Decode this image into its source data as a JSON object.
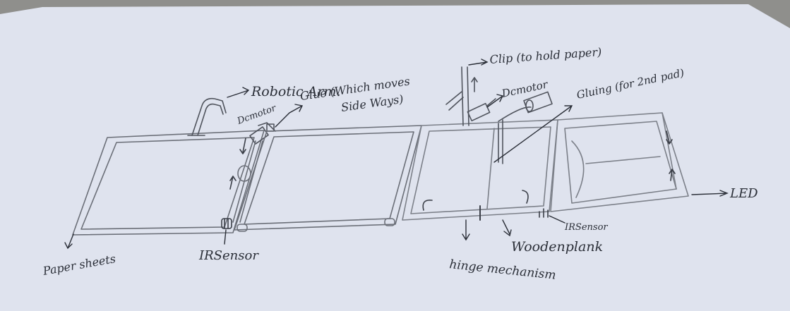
{
  "colors": {
    "paper": "#dfe3ee",
    "ink": "#2b2f38",
    "pencil": "#6b6f78",
    "table": "#8f8f8c"
  },
  "labels": {
    "robotic_arm": "Robotic Arm.",
    "dc_motor_1": "Dcmotor",
    "glue": "Glue (Which moves",
    "glue_2": "Side Ways)",
    "clip": "Clip (to hold paper)",
    "dc_motor_2": "Dcmotor",
    "gluing": "Gluing (for 2nd pad)",
    "led": "LED",
    "paper_sheets": "Paper sheets",
    "ir_sensor_1": "IRSensor",
    "hinge": "hinge mechanism",
    "wooden_plank": "Woodenplank",
    "ir_sensor_2": "IRSensor"
  }
}
